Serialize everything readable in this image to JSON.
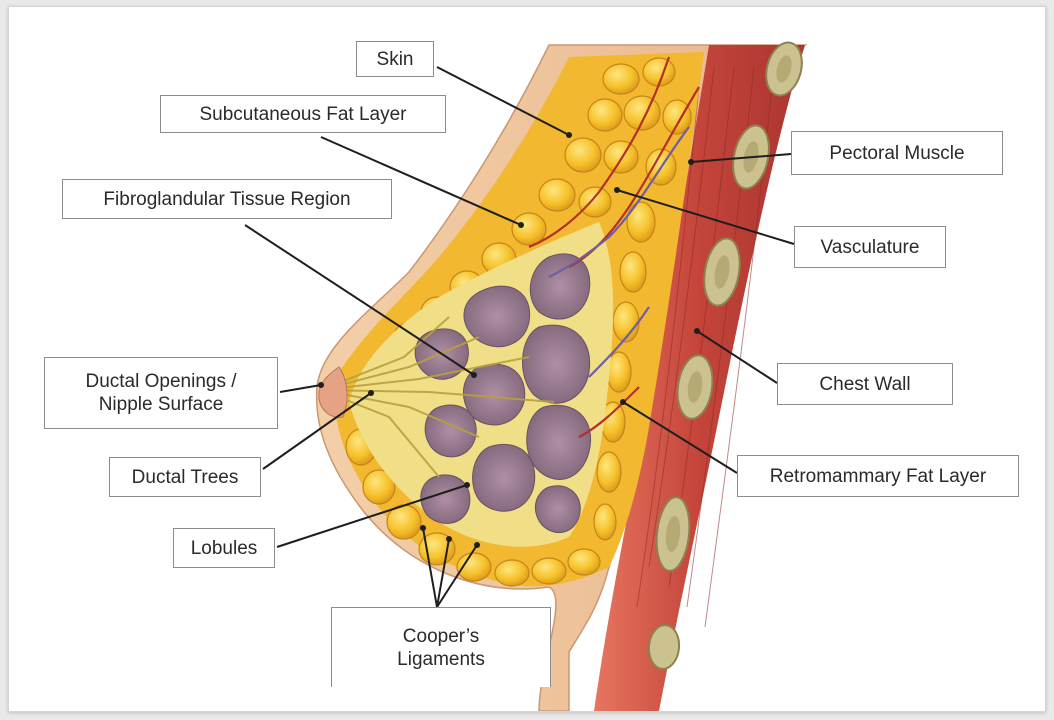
{
  "diagram": {
    "colors": {
      "skin": "#f0c49c",
      "fat": "#f7c52e",
      "glandular": "#9b7d93",
      "muscle": "#c5473a",
      "rib": "#c9c08e",
      "label_border": "#8c8c8c",
      "leader": "#1e1e1e"
    },
    "labels": {
      "skin": "Skin",
      "subcutaneous_fat": "Subcutaneous Fat Layer",
      "fibroglandular": "Fibroglandular Tissue Region",
      "ductal_openings_1": "Ductal Openings /",
      "ductal_openings_2": "Nipple Surface",
      "ductal_trees": "Ductal Trees",
      "lobules": "Lobules",
      "coopers_1": "Cooper’s",
      "coopers_2": "Ligaments",
      "pectoral_muscle": "Pectoral Muscle",
      "vasculature": "Vasculature",
      "chest_wall": "Chest Wall",
      "retromammary_fat": "Retromammary Fat Layer"
    }
  }
}
